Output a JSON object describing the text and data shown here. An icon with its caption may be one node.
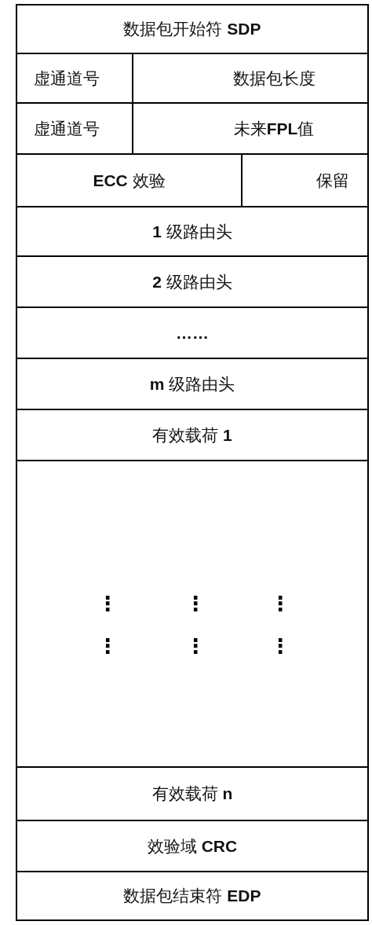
{
  "diagram": {
    "nodes": [
      {
        "text": [
          "数据包开始符 **SDP**"
        ]
      },
      {
        "text": [
          "虚通道号"
        ]
      },
      {
        "text": [
          "数据包长度"
        ]
      },
      {
        "text": [
          "虚通道号"
        ]
      },
      {
        "text": [
          "未来**FPL**值"
        ]
      },
      {
        "text": [
          "**ECC** 效验"
        ]
      },
      {
        "text": [
          "保留"
        ]
      },
      {
        "text": [
          "**1** 级路由头"
        ]
      },
      {
        "text": [
          "**2** 级路由头"
        ]
      },
      {
        "text": [
          "**……**"
        ]
      },
      {
        "text": [
          "**m** 级路由头"
        ]
      },
      {
        "text": [
          "有效载荷 **1**"
        ]
      },
      {
        "text": [],
        "shape": "box"
      },
      {
        "text": [
          "有效载荷 **n**"
        ]
      },
      {
        "text": [
          "效验域 **CRC**"
        ]
      },
      {
        "text": [
          "数据包结束符 **EDP**"
        ]
      }
    ],
    "labels": [
      "⋮",
      "⋮",
      "⋮",
      "⋮",
      "⋮",
      "⋮"
    ]
  }
}
